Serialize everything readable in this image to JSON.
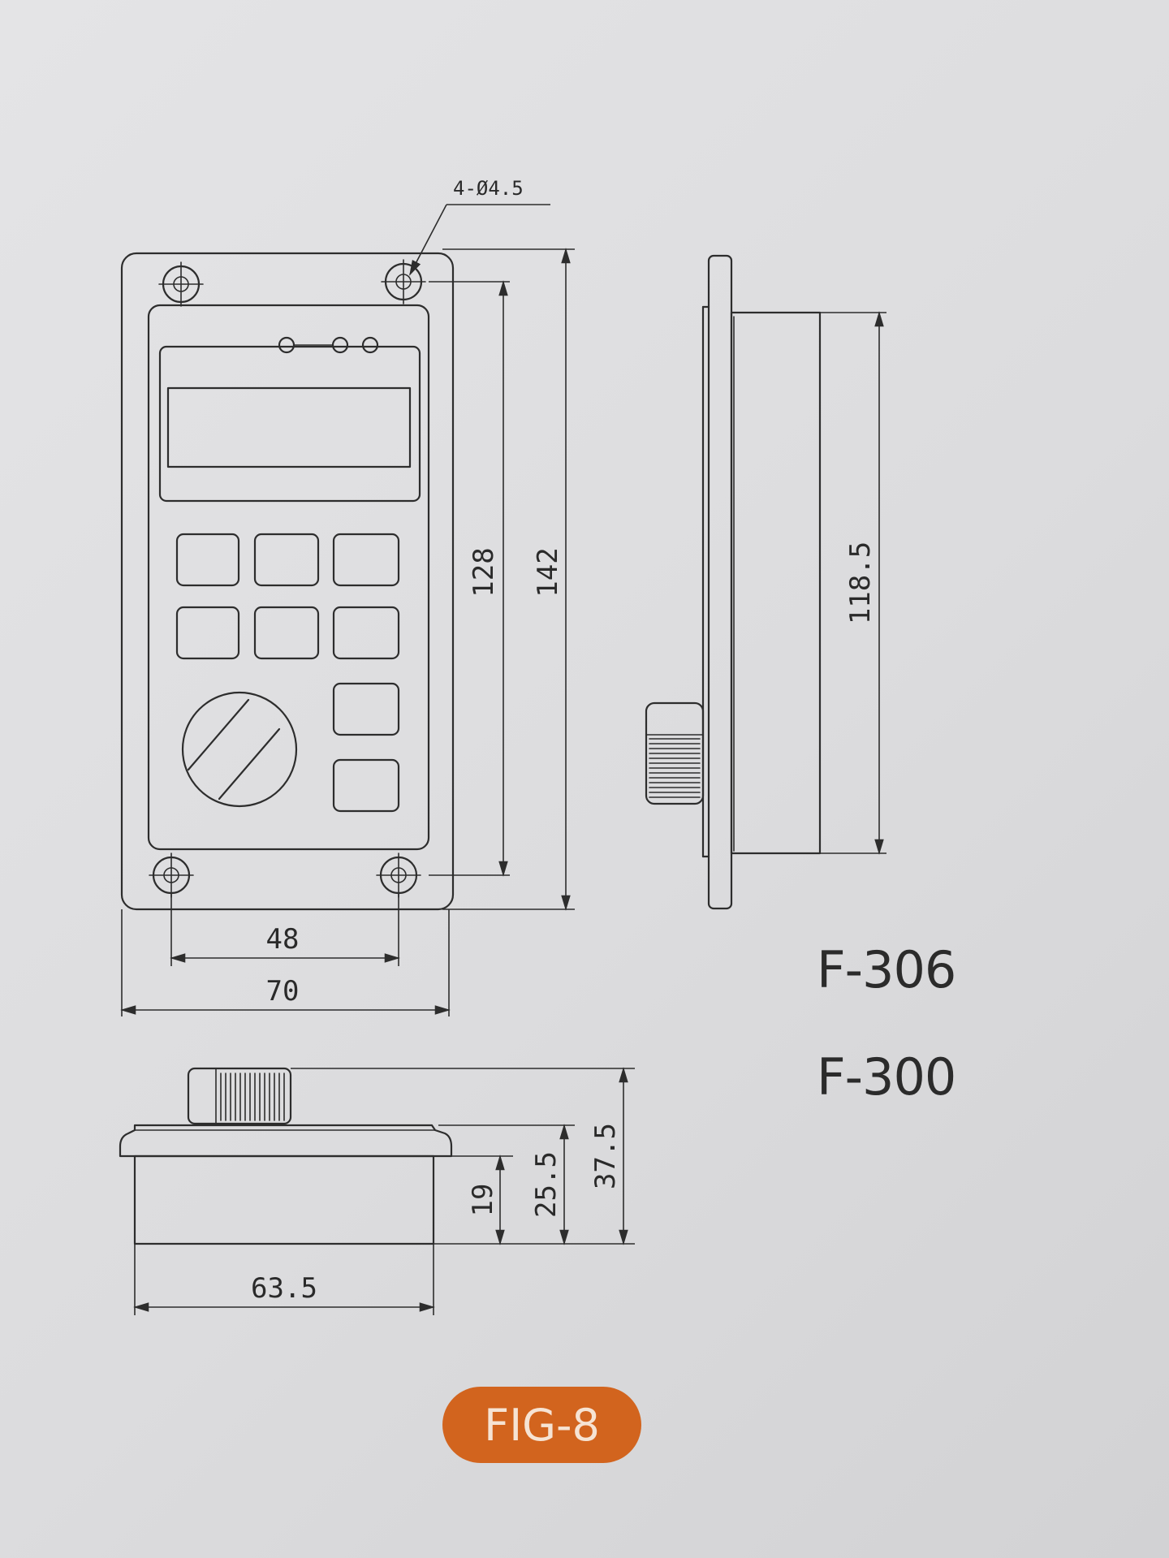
{
  "callout": "4-Ø4.5",
  "dimensions": {
    "d128": "128",
    "d142": "142",
    "d118_5": "118.5",
    "d48": "48",
    "d70": "70",
    "d63_5": "63.5",
    "d19": "19",
    "d25_5": "25.5",
    "d37_5": "37.5"
  },
  "models": [
    "F-306",
    "F-300"
  ],
  "figure_label": "FIG-8",
  "colors": {
    "badge": "#d2641e",
    "line": "#2d2d2d",
    "background": "#dcdcde"
  }
}
